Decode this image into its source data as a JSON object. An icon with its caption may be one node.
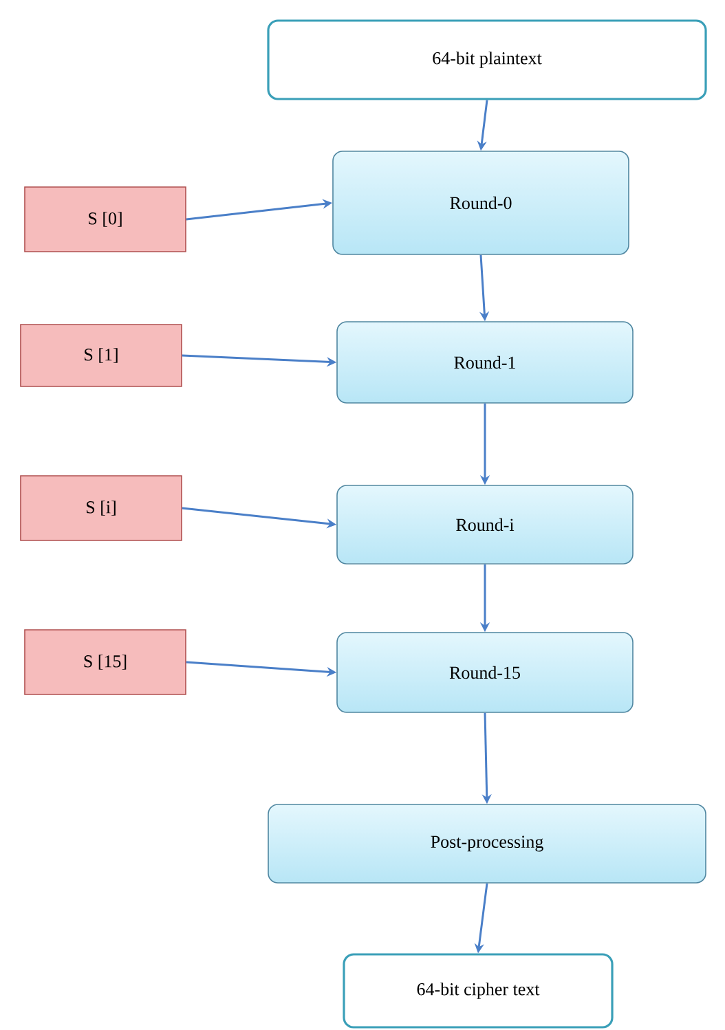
{
  "diagram": {
    "nodes": [
      {
        "text": [
          "64-bit plaintext"
        ]
      },
      {
        "text": [
          "S [0]"
        ]
      },
      {
        "text": [
          "Round-0"
        ]
      },
      {
        "text": [
          "S [1]"
        ]
      },
      {
        "text": [
          "Round-1"
        ]
      },
      {
        "text": [
          "S [i]"
        ]
      },
      {
        "text": [
          "Round-i"
        ]
      },
      {
        "text": [
          "S [15]"
        ]
      },
      {
        "text": [
          "Round-15"
        ]
      },
      {
        "text": [
          "Post-processing"
        ]
      },
      {
        "text": [
          "64-bit cipher text"
        ]
      }
    ],
    "edges": [
      {
        "from": 0,
        "to": 2,
        "arrow": "to"
      },
      {
        "from": 1,
        "to": 2,
        "arrow": "to"
      },
      {
        "from": 2,
        "to": 4,
        "arrow": "to"
      },
      {
        "from": 3,
        "to": 4,
        "arrow": "to"
      },
      {
        "from": 4,
        "to": 6,
        "arrow": "to"
      },
      {
        "from": 5,
        "to": 6,
        "arrow": "to"
      },
      {
        "from": 6,
        "to": 8,
        "arrow": "to"
      },
      {
        "from": 7,
        "to": 8,
        "arrow": "to"
      },
      {
        "from": 8,
        "to": 9,
        "arrow": "to"
      },
      {
        "from": 9,
        "to": 10,
        "arrow": "to"
      }
    ]
  }
}
